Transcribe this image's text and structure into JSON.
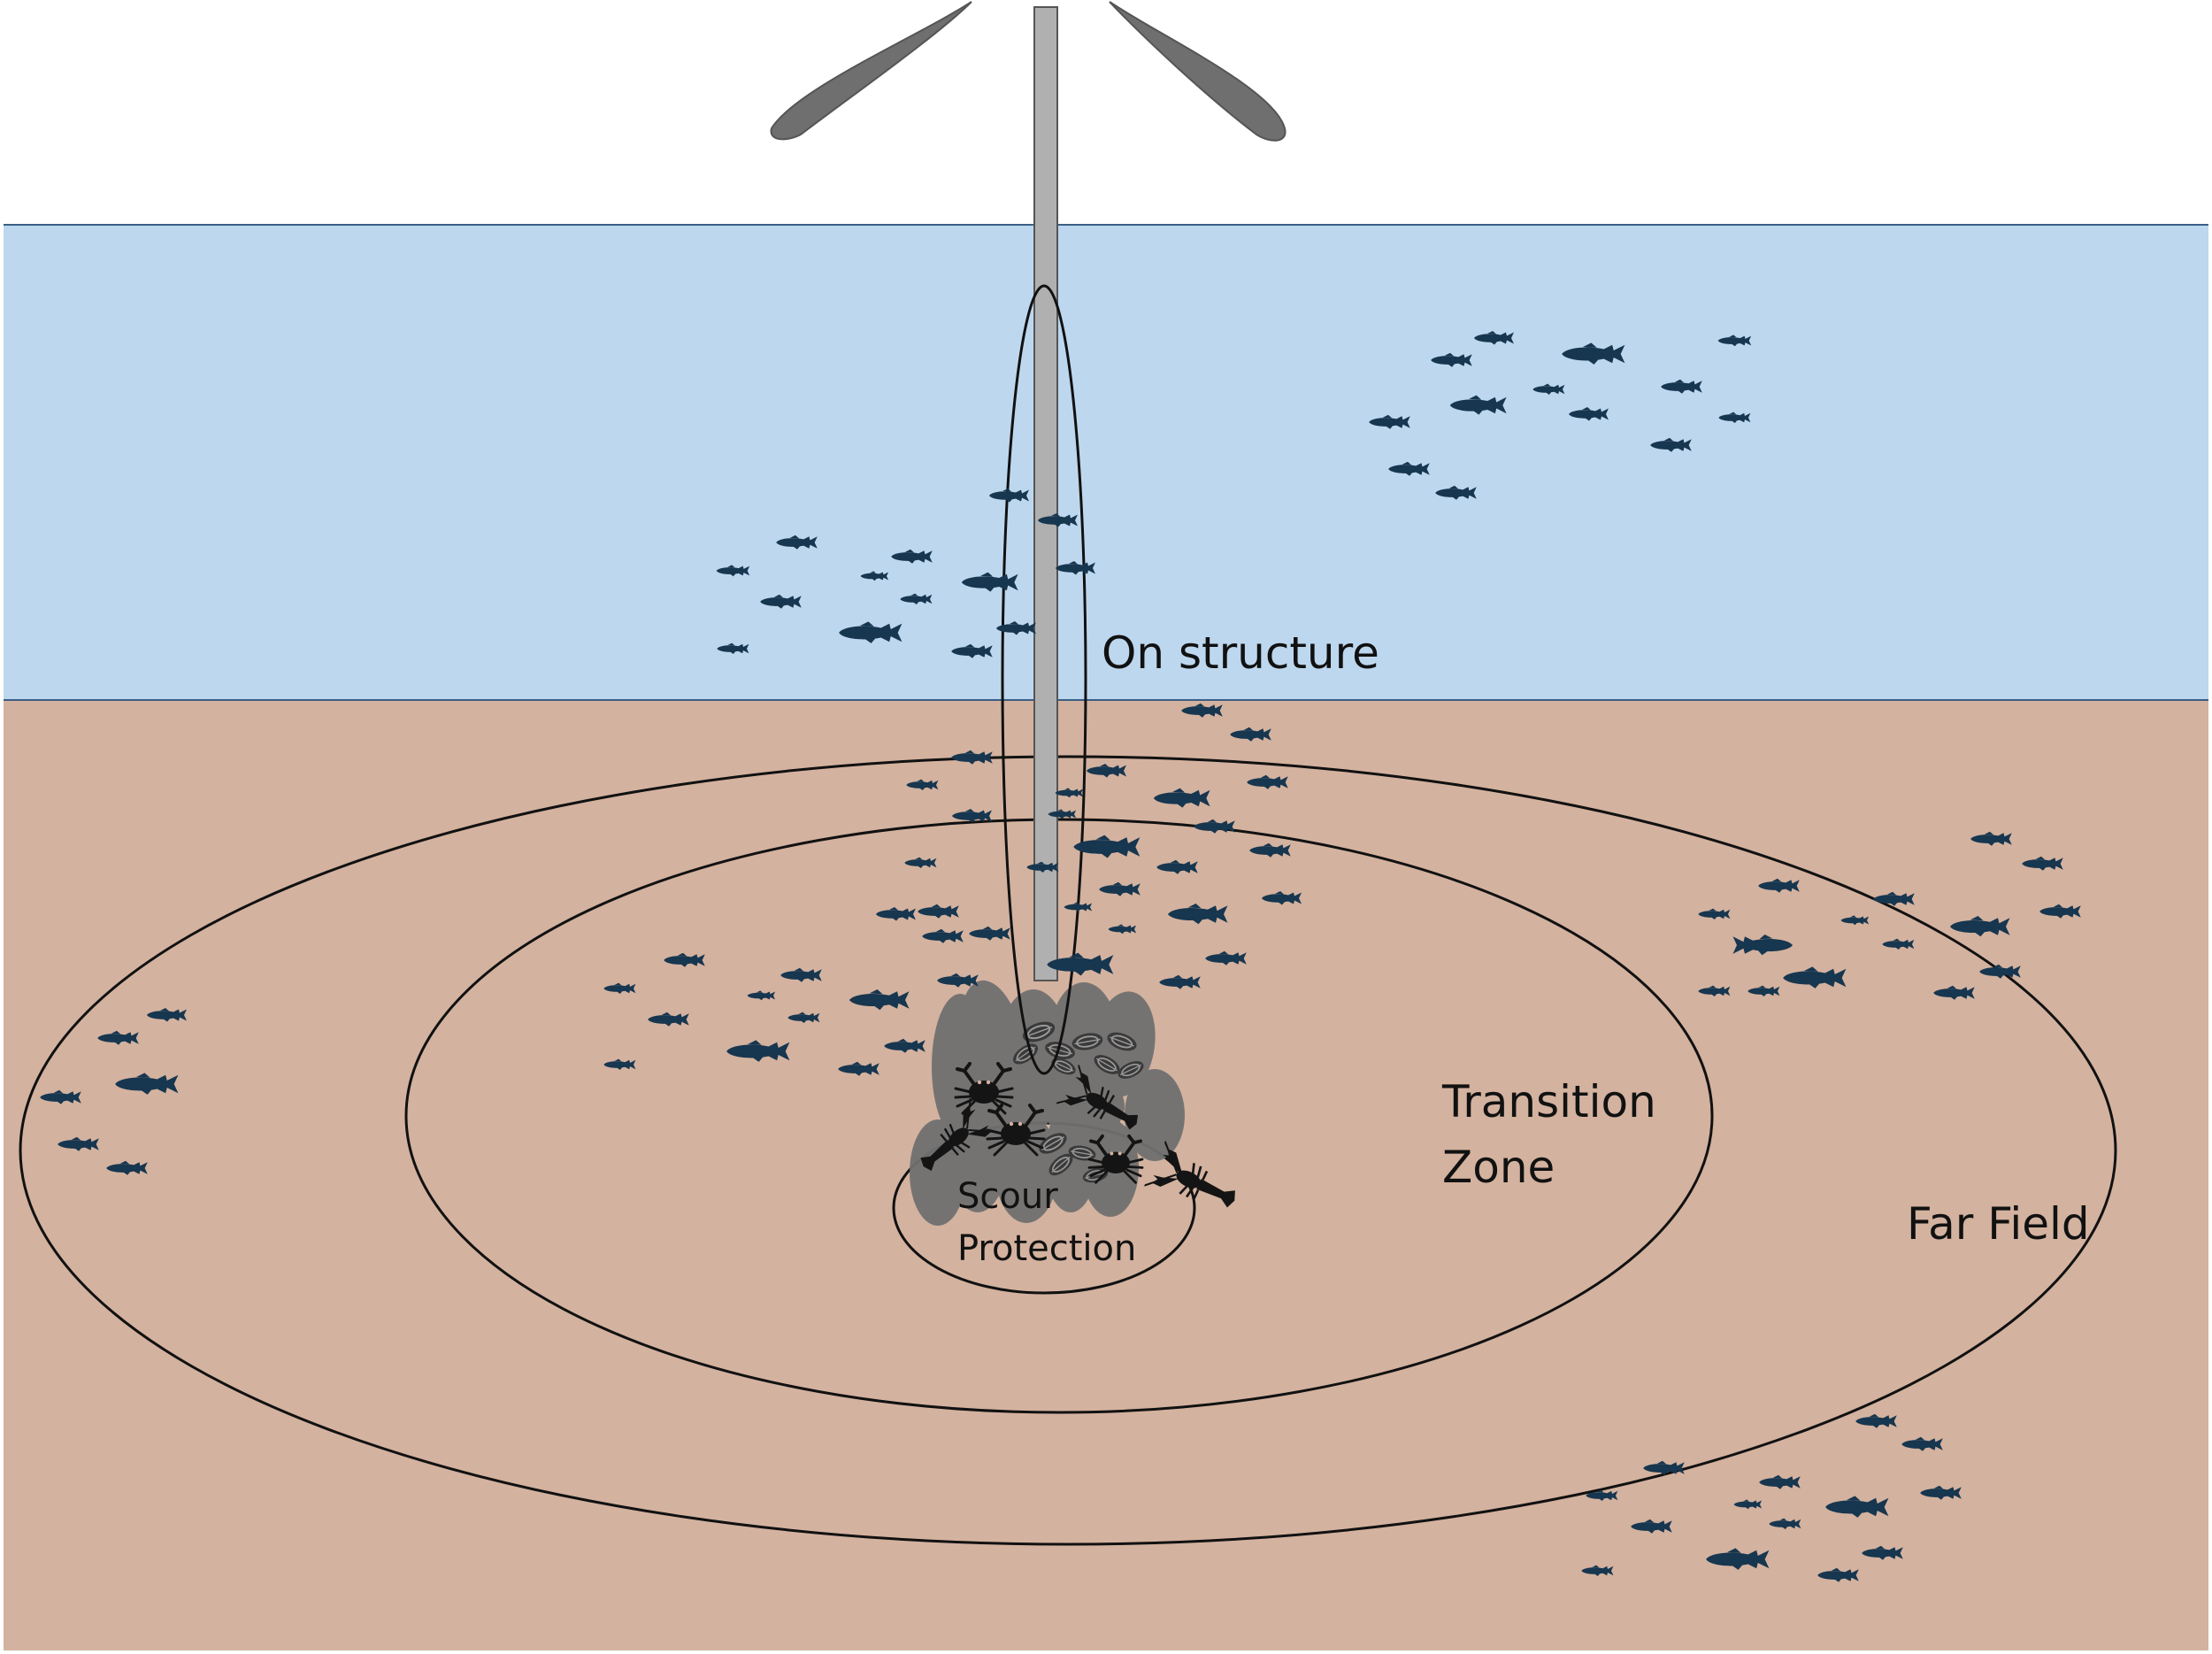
{
  "labels": {
    "on_structure": "On structure",
    "transition_line1": "Transition",
    "transition_line2": "Zone",
    "far_field": "Far Field",
    "scour_line1": "Scour",
    "scour_line2": "Protection"
  },
  "colors": {
    "sky": "#ffffff",
    "water": "#bdd7ee",
    "seabed": "#d3b29f",
    "fish": "#17364f",
    "tower": "#b0b0b0",
    "blade": "#6f6f6f",
    "scour_rocks": "#707070",
    "outline": "#111111"
  },
  "icons": {
    "fish": "fish-icon",
    "crab": "crab-icon",
    "lobster": "lobster-icon",
    "mussel": "mussel-icon",
    "rock": "scour-rock-icon"
  }
}
